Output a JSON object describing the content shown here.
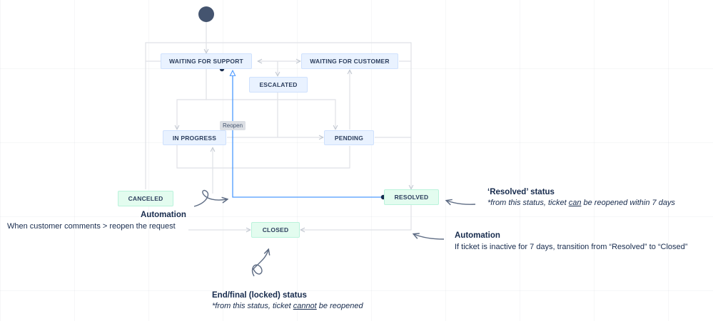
{
  "statuses": {
    "waiting_support": "WAITING FOR SUPPORT",
    "waiting_customer": "WAITING FOR CUSTOMER",
    "escalated": "ESCALATED",
    "in_progress": "IN PROGRESS",
    "pending": "PENDING",
    "canceled": "CANCELED",
    "resolved": "RESOLVED",
    "closed": "CLOSED"
  },
  "transition_label": "Reopen",
  "annotations": {
    "automation_reopen": {
      "title": "Automation",
      "body": "When customer comments > reopen the request"
    },
    "resolved_status": {
      "title": "‘Resolved’ status",
      "body_before": "*from this status, ticket ",
      "body_emph": "can",
      "body_after": " be reopened within 7 days"
    },
    "automation_close": {
      "title": "Automation",
      "body": "If ticket is inactive for 7 days, transition from “Resolved” to “Closed”"
    },
    "final_status": {
      "title": "End/final (locked) status",
      "body_before": "*from this status, ticket ",
      "body_emph": "cannot",
      "body_after": " be reopened"
    }
  },
  "colors": {
    "status_blue_bg": "#e9f2ff",
    "status_green_bg": "#e3fcef",
    "connector": "#dfe1e6",
    "reopen_line": "#4c9aff",
    "start_node": "#44546f"
  }
}
